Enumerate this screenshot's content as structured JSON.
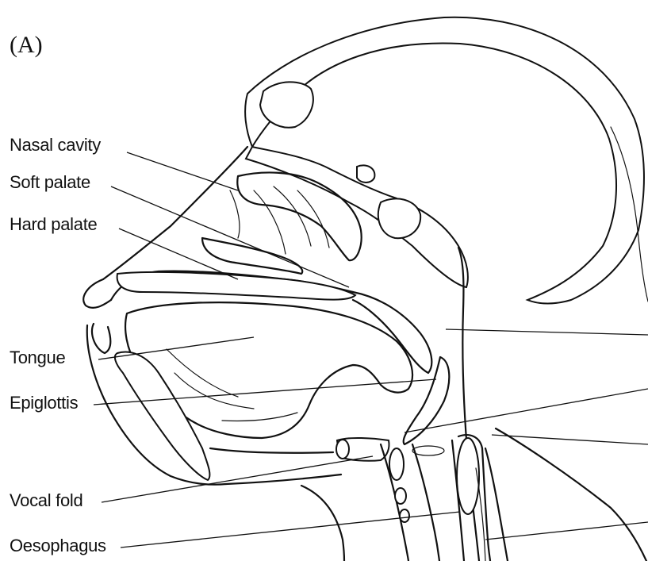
{
  "figure": {
    "panel_label": "(A)",
    "labels": {
      "nasal_cavity": "Nasal cavity",
      "soft_palate": "Soft palate",
      "hard_palate": "Hard palate",
      "tongue": "Tongue",
      "epiglottis": "Epiglottis",
      "vocal_fold": "Vocal fold",
      "oesophagus": "Oesophagus"
    }
  }
}
